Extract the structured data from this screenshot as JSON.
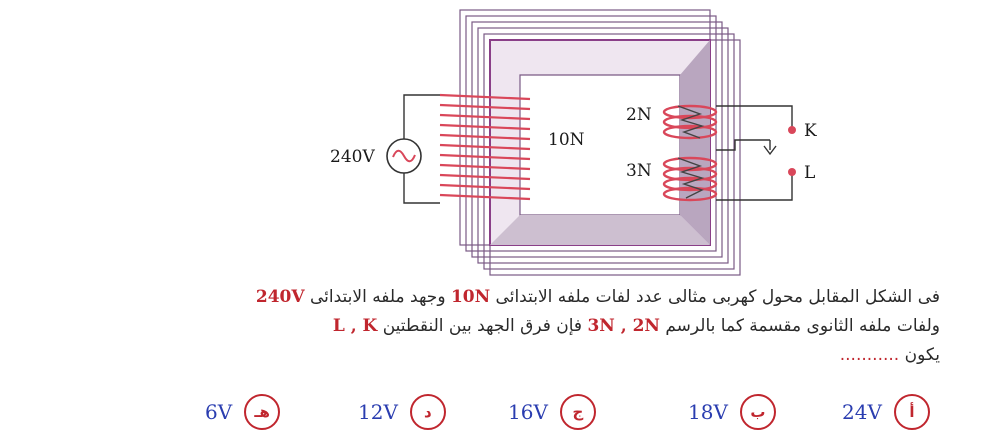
{
  "figure": {
    "source_voltage": "240V",
    "primary_turns": "10N",
    "secondary_top_turns": "2N",
    "secondary_bottom_turns": "3N",
    "terminal_k": "K",
    "terminal_l": "L"
  },
  "question": {
    "line1_a": "فى الشكل المقابل محول كهربى مثالى عدد لفات ملفه الابتدائى ",
    "line1_b": "10N",
    "line1_c": " وجهد ملفه الابتدائى ",
    "line1_d": "240V",
    "line2_a": "ولفات ملفه الثانوى مقسمة كما بالرسم ",
    "line2_b": "3N , 2N",
    "line2_c": "  فإن فرق الجهد بين النقطتين ",
    "line2_d": "L , K",
    "line3_a": "يكون ",
    "line3_b": "..........."
  },
  "options": [
    {
      "letter": "أ",
      "value": "24V"
    },
    {
      "letter": "ب",
      "value": "18V"
    },
    {
      "letter": "ج",
      "value": "16V"
    },
    {
      "letter": "د",
      "value": "12V"
    },
    {
      "letter": "هـ",
      "value": "6V"
    }
  ],
  "colors": {
    "coil": "#d9475a",
    "core_edge": "#9b4a90",
    "answer_text": "#2a3db0",
    "accent": "#c0262e"
  }
}
